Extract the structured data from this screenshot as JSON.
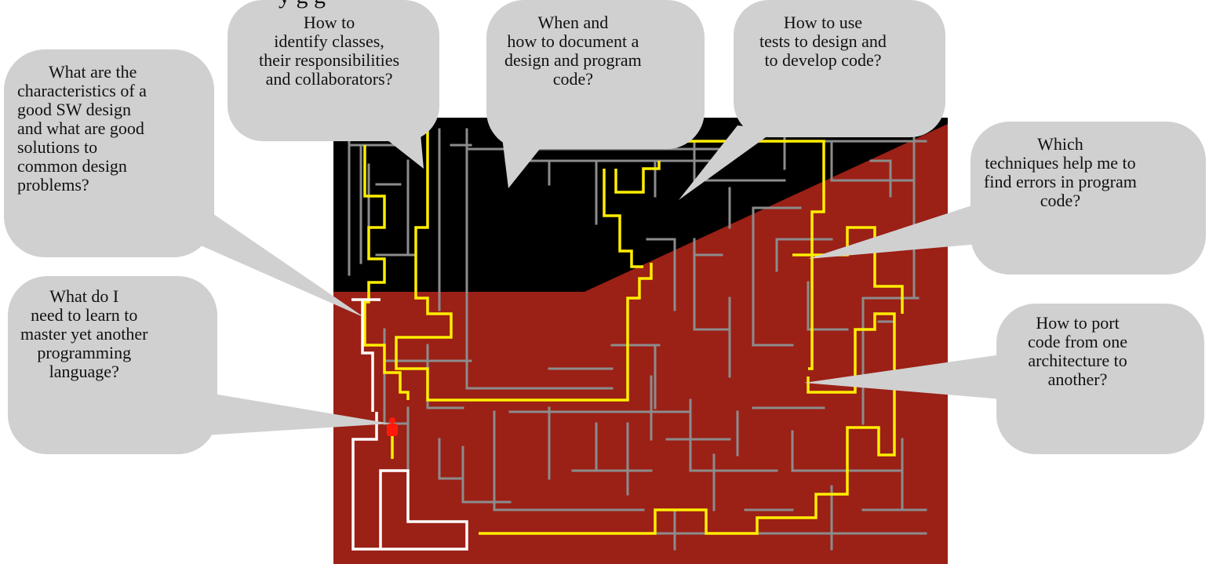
{
  "heading_fragment": "y g g",
  "colors": {
    "maze_dark": "#000000",
    "maze_red": "#9b2016",
    "wall": "#8c8c8c",
    "path_yellow": "#ffee00",
    "path_white": "#ffffff",
    "bubble": "#d0d0d0",
    "character": "#ff1a0a"
  },
  "bubbles": [
    {
      "text": "What are the\ncharacteristics of a\ngood SW design\nand what are good\nsolutions to\ncommon design\n problems?"
    },
    {
      "text": "How to\nidentify classes,\ntheir responsibilities\nand collaborators?"
    },
    {
      "text": "When and\nhow to document a\ndesign and program\ncode?"
    },
    {
      "text": "How to use\ntests to design and\nto develop code?"
    },
    {
      "text": "Which\ntechniques help me to\nfind errors in  program\ncode?"
    },
    {
      "text": "What do I\nneed to learn to\nmaster yet another\nprogramming\nlanguage?"
    },
    {
      "text": "How to port\ncode from one\narchitecture to\nanother?"
    }
  ],
  "character_icon": "bug-character-icon"
}
